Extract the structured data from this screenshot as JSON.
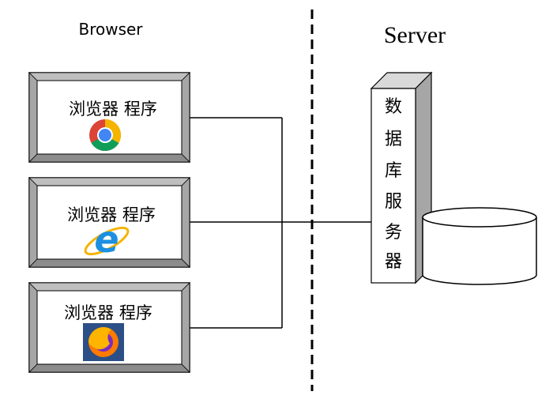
{
  "left_title": "Browser",
  "right_title": "Server",
  "clients": [
    {
      "label": "浏览器 程序",
      "icon": "chrome-icon"
    },
    {
      "label": "浏览器 程序",
      "icon": "internet-explorer-icon"
    },
    {
      "label": "浏览器 程序",
      "icon": "firefox-icon"
    }
  ],
  "server_chars": [
    "数",
    "据",
    "库",
    "服",
    "务",
    "器"
  ],
  "colors": {
    "frame_outer": "#c9c9c9",
    "frame_bevel": "#9a9a9a",
    "line": "#000000"
  }
}
